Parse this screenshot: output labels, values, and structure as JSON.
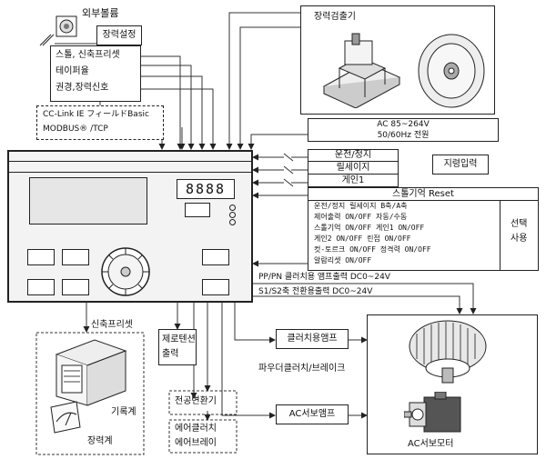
{
  "external_volume": {
    "label": "외부볼륨"
  },
  "tension_setting": {
    "label": "장력설정"
  },
  "input_signals": {
    "lines": [
      "스톨, 신축프리셋",
      "테이퍼율",
      "권경,장력신호"
    ]
  },
  "comm": {
    "lines": [
      "CC-Link IE フィールドBasic",
      "MODBUS® /TCP"
    ]
  },
  "tension_detector": {
    "label": "장력검출기"
  },
  "power": {
    "lines": [
      "AC 85~264V",
      "50/60Hz 전원"
    ]
  },
  "run_inputs": {
    "items": [
      "운전/정지",
      "릴세이지",
      "게인1"
    ]
  },
  "command_input": {
    "label": "지령입력"
  },
  "stall_memory": {
    "header": "스톨기억 Reset",
    "table": [
      "운전/정지      릴세이지 B축/A축",
      "제어출력 ON/OFF 자동/수동",
      "스톨기억 ON/OFF 게인1  ON/OFF",
      "게인2  ON/OFF 린접  ON/OFF",
      "컷-토르크 ON/OFF 정격력 ON/OFF",
      "알람리셋 ON/OFF"
    ],
    "select_label": [
      "선택",
      "사용"
    ]
  },
  "outputs": {
    "pp_pn": "PP/PN 클러치용 앰프출력 DC0~24V",
    "s1_s2": "S1/S2축 전환용출력 DC0~24V"
  },
  "preset_group": {
    "label": "신축프리셋",
    "recorder": "기록계",
    "tension_meter": "장력계"
  },
  "zero_tension": {
    "lines": [
      "제로텐션",
      "출력"
    ]
  },
  "ep_converter": {
    "label": "전공변환기"
  },
  "air": {
    "lines": [
      "에어클러치",
      "에어브레이"
    ]
  },
  "clutch_amp": {
    "label": "클러치용앰프"
  },
  "powder": {
    "label": "파우더클러치/브레이크"
  },
  "ac_servo_amp": {
    "label": "AC서보앰프"
  },
  "ac_servo_motor": {
    "label": "AC서보모터"
  },
  "display": {
    "digits": "8888"
  }
}
